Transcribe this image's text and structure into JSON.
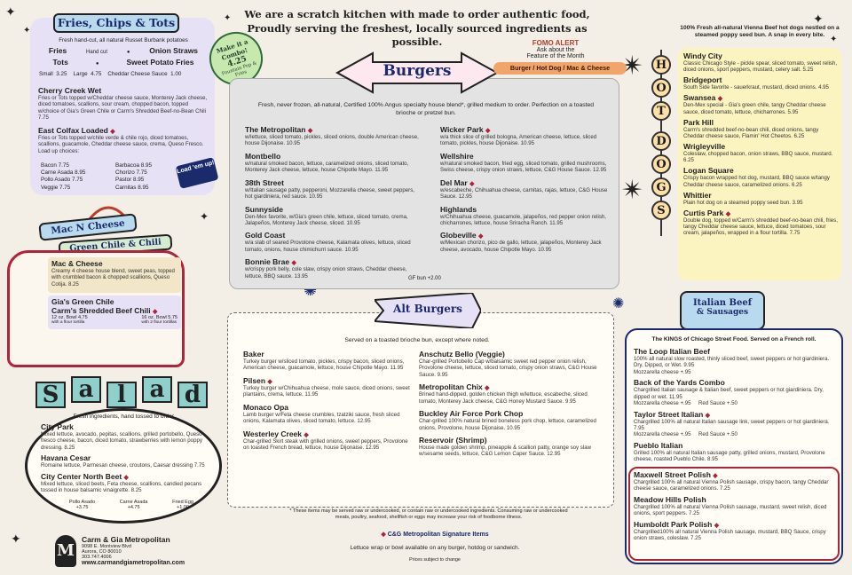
{
  "header": {
    "line1": "We are a scratch kitchen with made to order authentic food,",
    "line2": "Proudly serving the freshest, locally sourced ingredients as possible."
  },
  "fries": {
    "title": "Fries, Chips & Tots",
    "intro": "Fresh hand-cut, all natural Russet Burbank potatoes",
    "row1": [
      "Fries",
      "Hand cut",
      "Onion Straws"
    ],
    "row2": [
      "Tots",
      "Sweet Potato Fries"
    ],
    "prices": "Small  3.25    Large  4.75    Cheddar Cheese Sauce  1.00",
    "items": [
      {
        "name": "Cherry Creek Wet",
        "desc": "Fries or Tots topped w/Cheddar cheese sauce, Monterey Jack cheese, diced tomatoes, scallions, sour cream, chopped bacon, topped w/choice of Gia's Green Chile or Carm's Shredded Beef-no-Bean Chili  7.75"
      },
      {
        "name": "East Colfax Loaded",
        "desc": "Fries or Tots topped w/chile verde & chile rojo, diced tomatoes, scallions, guacamole, Cheddar cheese sauce, crema, Queso Fresco.  Load up choices:"
      }
    ],
    "loads_left": [
      "Bacon  7.75",
      "Carne Asada  8.95",
      "Pollo Asado  7.75",
      "Veggie  7.75"
    ],
    "loads_right": [
      "Barbacoa  8.95",
      "Chorizo  7.75",
      "Pastor  8.95",
      "Carnitas  8.95"
    ],
    "badge": "Load 'em up!"
  },
  "combo_badge": {
    "line1": "Make it a Combo!",
    "price": "4.25",
    "line2": "Fountain Pop & Fries"
  },
  "burgers": {
    "title": "Burgers",
    "intro": "Fresh, never frozen, all-natural, Certified 100% Angus specialty house blend*, grilled medium to order. Perfection on a toasted brioche or pretzel bun.",
    "left": [
      {
        "name": "The Metropolitan",
        "desc": "w/lettuce, sliced tomato, pickles, sliced onions, double American cheese, house Dijonaise. 10.95"
      },
      {
        "name": "Montbello",
        "desc": "w/natural smoked bacon, lettuce, caramelized onions, sliced tomato, Monterey Jack cheese, lettuce, house Chipotle Mayo. 11.95"
      },
      {
        "name": "38th Street",
        "desc": "w/Italian sausage patty, pepperoni, Mozzarella cheese, sweet peppers, hot giardiniera, red sauce. 10.95"
      },
      {
        "name": "Sunnyside",
        "desc": "Den-Mex favorite, w/Gia's green chile, lettuce, sliced tomato, crema, Jalapeños, Monterey Jack cheese, sliced. 10.95"
      },
      {
        "name": "Gold Coast",
        "desc": "w/a slab of seared Provolone cheese, Kalamata olives, lettuce, sliced tomato, onions, house chimichurri sauce. 10.95"
      },
      {
        "name": "Bonnie Brae",
        "desc": "w/crispy pork belly, cole slaw, crispy onion straws, Cheddar cheese, lettuce, BBQ sauce. 13.95"
      }
    ],
    "right": [
      {
        "name": "Wicker Park",
        "desc": "w/a thick slice of grilled bologna, American cheese, lettuce, sliced tomato, pickles, house Dijonaise. 10.95"
      },
      {
        "name": "Wellshire",
        "desc": "w/natural smoked bacon, fried egg, sliced tomato, grilled mushrooms, Swiss cheese, crispy onion straws, lettuce, C&G House Sauce. 12.95"
      },
      {
        "name": "Del Mar",
        "desc": "w/escabeche, Chihuahua cheese, carnitas, rajas, lettuce, C&G House Sauce. 12.95"
      },
      {
        "name": "Highlands",
        "desc": "w/Chihuahua cheese, guacamole, jalapeños, red pepper onion relish, chicharrones, lettuce, house Sriracha Ranch. 11.95"
      },
      {
        "name": "Globeville",
        "desc": "w/Mexican chorizo, pico de gallo, lettuce, jalapeños, Monterey Jack cheese, avocado, house Chipotle Mayo. 10.95"
      }
    ],
    "gf": "GF bun +2.00"
  },
  "fomo": {
    "title": "FOMO  ALERT",
    "line1": "Ask about the",
    "line2": "Feature of the Month",
    "line3": "Burger / Hot Dog / Mac & Cheese"
  },
  "hotdogs": {
    "letters": [
      "H",
      "O",
      "T",
      "D",
      "O",
      "G",
      "S"
    ],
    "intro": "100% Fresh all-natural Vienna Beef hot dogs nestled on a steamed poppy seed bun. A snap in every bite.",
    "items": [
      {
        "name": "Windy City",
        "desc": "Classic Chicago Style - pickle spear, sliced tomato, sweet relish, diced onions, sport peppers, mustard, celery salt. 5.25"
      },
      {
        "name": "Bridgeport",
        "desc": "South Side favorite - sauerkraut, mustard, diced onions. 4.95"
      },
      {
        "name": "Swansea",
        "desc": "Den-Mex special - Gia's green chile, tangy Cheddar cheese sauce, diced tomato, lettuce, chicharrones. 5.95"
      },
      {
        "name": "Park Hill",
        "desc": "Carm's shredded beef-no-bean chili, diced onions, tangy Cheddar cheese sauce, Flamin' Hot Cheetos. 6.25"
      },
      {
        "name": "Wrigleyville",
        "desc": "Coleslaw, chopped bacon, onion straws, BBQ sauce, mustard. 6.25"
      },
      {
        "name": "Logan Square",
        "desc": "Crispy bacon wrapped hot dog, mustard, BBQ sauce w/tangy Cheddar cheese sauce, caramelized onions. 6.25"
      },
      {
        "name": "Whittier",
        "desc": "Plain hot dog on a steamed poppy seed bun. 3.95"
      },
      {
        "name": "Curtis Park",
        "desc": "Double dog, topped w/Carm's shredded beef-no-bean chili, fries, tangy Cheddar cheese sauce, lettuce, diced tomatoes, sour cream, jalapeños, wrapped in a flour tortilla. 7.75"
      }
    ]
  },
  "mac": {
    "title1": "Mac N Cheese",
    "title2": "Green Chile & Chili",
    "items": [
      {
        "name": "Mac & Cheese",
        "desc": "Creamy 4 cheese house blend, sweet peas, topped with crumbled bacon & chopped scallions, Queso Cotija. 8.25"
      },
      {
        "name": "Gia's Green Chile",
        "desc": ""
      },
      {
        "name": "Carm's Shredded Beef Chili",
        "desc": ""
      }
    ],
    "cup": "12 oz. Bowl  4.75",
    "cup_note": "with a flour tortilla",
    "bowl": "16 oz. Bowl  5.75",
    "bowl_note": "with 2 flour tortillas"
  },
  "salad": {
    "letters": [
      "S",
      "a",
      "l",
      "a",
      "d"
    ],
    "intro": "Fresh ingredients, hand tossed to order.",
    "items": [
      {
        "name": "City Park",
        "desc": "Mixed lettuce, avocado, pepitas, scallions, grilled portobello, Queso fresco cheese, bacon, diced tomato, strawberries with lemon poppy dressing. 8.25"
      },
      {
        "name": "Havana Cesar",
        "desc": "Romaine lettuce, Parmesan cheese, croutons, Caesar dressing 7.75"
      },
      {
        "name": "City Center North Beet",
        "desc": "Mixed lettuce, sliced beets, Feta cheese, scallions, candied pecans tossed in house balsamic vinaigrette. 8.25"
      }
    ],
    "adds": [
      {
        "label": "Pollo Asado",
        "price": "+3.75"
      },
      {
        "label": "Carne Asada",
        "price": "+4.75"
      },
      {
        "label": "Fried Egg",
        "price": "+1.00"
      }
    ]
  },
  "alt": {
    "title": "Alt Burgers",
    "intro": "Served on a toasted brioche bun, except where noted.",
    "left": [
      {
        "name": "Baker",
        "desc": "Turkey burger w/sliced tomato, pickles, crispy bacon, sliced onions, American cheese, guacamole, lettuce, house Chipotle Mayo. 11.95"
      },
      {
        "name": "Pilsen",
        "desc": "Turkey burger w/Chihuahua cheese, mole sauce, diced onions, sweet plantains, crema, lettuce. 11.95"
      },
      {
        "name": "Monaco Opa",
        "desc": "Lamb burger w/Feta cheese crumbles, tzatziki sauce, fresh sliced onions, Kalamata olives, sliced tomato, lettuce. 12.95"
      },
      {
        "name": "Westerley Creek",
        "desc": "Char-grilled Skirt steak with grilled onions, sweet peppers, Provolone on toasted French bread, lettuce, house Dijonaise. 12.95"
      }
    ],
    "right": [
      {
        "name": "Anschutz Bello (Veggie)",
        "desc": "Char-grilled Portobello Cap w/balsamic sweet red pepper onion relish, Provolone cheese, lettuce, sliced tomato, crispy onion straws, C&G House Sauce. 9.95"
      },
      {
        "name": "Metropolitan Chix",
        "desc": "Brined hand-dipped, golden chicken thigh w/lettuce, escabeche, sliced tomato, Monterey Jack cheese, C&G Honey Mustard Sauce. 9.95"
      },
      {
        "name": "Buckley Air Force Pork Chop",
        "desc": "Char-grilled 100% natural brined boneless pork chop, lettuce, caramelized onions, Provolone, house Dijonaise. 10.95"
      },
      {
        "name": "Reservoir (Shrimp)",
        "desc": "House made golden shrimp, pineapple & scallion patty, orange soy slaw w/sesame seeds, lettuce, C&G Lemon Caper Sauce. 12.95"
      }
    ],
    "disclaimer": "* These items may be served raw or undercooked, or contain raw or undercooked ingredients. Consuming raw or undercooked meats, poultry, seafood, shellfish or eggs may increase your risk of foodborne illness.",
    "signature": "C&G Metropolitan Signature Items",
    "lettuce": "Lettuce wrap or bowl available on any burger, hotdog or sandwich.",
    "prices_note": "Prices subject to change"
  },
  "italian": {
    "title1": "Italian Beef",
    "title2": "& Sausages",
    "intro": "The KINGS of Chicago Street Food.  Served on a French roll.",
    "items": [
      {
        "name": "The Loop Italian Beef",
        "desc": "100% all natural slow roasted, thinly sliced beef, sweet peppers or hot giardiniera. Dry, Dipped, or Wet. 9.95",
        "extra": "Mozzarella cheese +.95"
      },
      {
        "name": "Back of the Yards Combo",
        "desc": "Chargrilled Italian sausage & Italian beef, sweet peppers or hot giardiniera. Dry, dipped or wet. 11.95",
        "extra": "Mozzarella cheese +.95     Red Sauce +.50"
      },
      {
        "name": "Taylor Street Italian",
        "desc": "Chargrilled 100% all natural Italian sausage link, sweet peppers or hot giardiniera. 7.95",
        "extra": "Mozzarella cheese +.95     Red Sauce +.50"
      },
      {
        "name": "Pueblo Italian",
        "desc": "Grilled 100% all natural Italian sausage patty, grilled onions, mustard, Provolone cheese, roasted Pueblo Chile. 8.95",
        "extra": ""
      }
    ],
    "polish": [
      {
        "name": "Maxwell Street Polish",
        "desc": "Chargrilled 100% all natural Vienna Polish sausage, crispy bacon, tangy Cheddar cheese sauce, caramelized onions. 7.25"
      },
      {
        "name": "Meadow Hills Polish",
        "desc": "Chargrilled 100% all natural Vienna Polish sausage, mustard, sweet relish, diced onions, sport peppers. 7.25"
      },
      {
        "name": "Humboldt Park Polish",
        "desc": "Chargrilled100% all natural Vienna Polish sausage, mustard, BBQ Sauce, crispy onion straws, coleslaw. 7.25"
      }
    ]
  },
  "footer": {
    "name": "Carm & Gia Metropolitan",
    "addr1": "9098 E. Montview Blvd",
    "addr2": "Aurora, CO 80010",
    "phone": "303.747.4006",
    "web": "www.carmandgiametropolitan.com",
    "logo": "M"
  }
}
